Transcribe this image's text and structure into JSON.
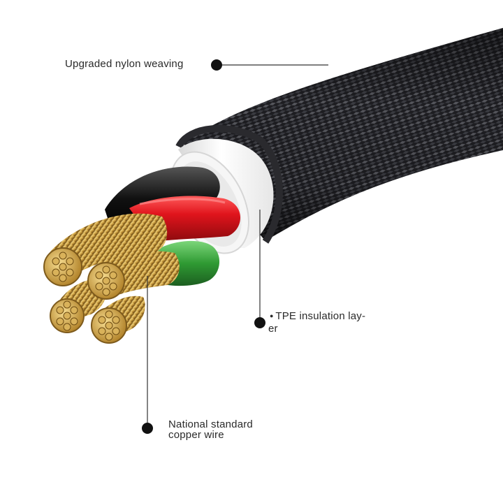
{
  "callouts": {
    "nylon": {
      "text": "Upgraded nylon weaving"
    },
    "tpe": {
      "line1": "TPE insulation lay-",
      "line2": "er"
    },
    "copper": {
      "line1": "National standard",
      "line2": "copper wire"
    }
  },
  "colors": {
    "braid": "#1e1e22",
    "insulation": "#ececec",
    "red_wire": "#d8141c",
    "green_wire": "#3aa53a",
    "copper": "#c9a04a",
    "leader_line": "#333333"
  }
}
